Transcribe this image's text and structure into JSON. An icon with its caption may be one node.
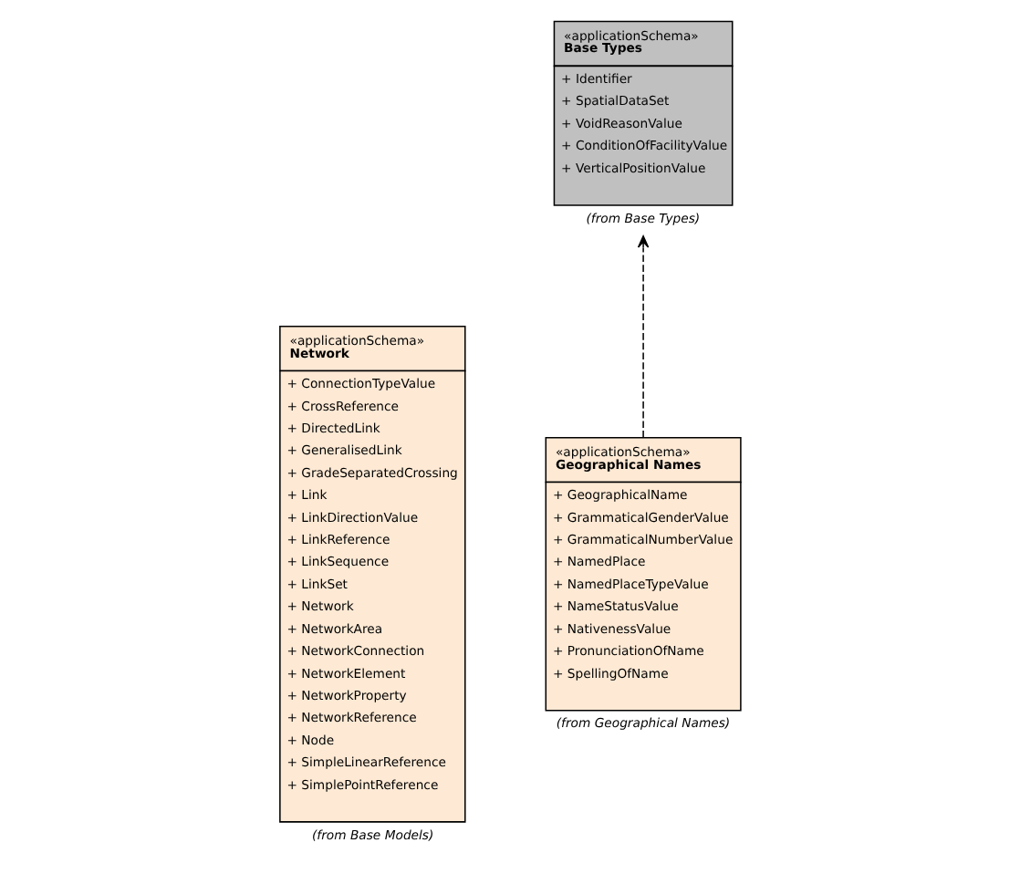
{
  "diagram": {
    "nodes": [
      {
        "text": [
          "«applicationSchema»",
          "Network",
          "+ ConnectionTypeValue",
          "+ CrossReference",
          "+ DirectedLink",
          "+ GeneralisedLink",
          "+ GradeSeparatedCrossing",
          "+ Link",
          "+ LinkDirectionValue",
          "+ LinkReference",
          "+ LinkSequence",
          "+ LinkSet",
          "+ Network",
          "+ NetworkArea",
          "+ NetworkConnection",
          "+ NetworkElement",
          "+ NetworkProperty",
          "+ NetworkReference",
          "+ Node",
          "+ SimpleLinearReference",
          "+ SimplePointReference"
        ],
        "beside": [
          "(from Base Models)"
        ]
      },
      {
        "text": [
          "«applicationSchema»",
          "Base Types",
          "+ Identifier",
          "+ SpatialDataSet",
          "+ VoidReasonValue",
          "+ ConditionOfFacilityValue",
          "+ VerticalPositionValue"
        ],
        "beside": [
          "(from Base Types)"
        ]
      },
      {
        "text": [
          "«applicationSchema»",
          "Geographical Names",
          "+ GeographicalName",
          "+ GrammaticalGenderValue",
          "+ GrammaticalNumberValue",
          "+ NamedPlace",
          "+ NamedPlaceTypeValue",
          "+ NameStatusValue",
          "+ NativenessValue",
          "+ PronunciationOfName",
          "+ SpellingOfName"
        ],
        "beside": [
          "(from Geographical Names)"
        ]
      }
    ],
    "edges": [
      {
        "from": 2,
        "to": 1,
        "arrow": "to",
        "style": "dashed"
      }
    ]
  }
}
